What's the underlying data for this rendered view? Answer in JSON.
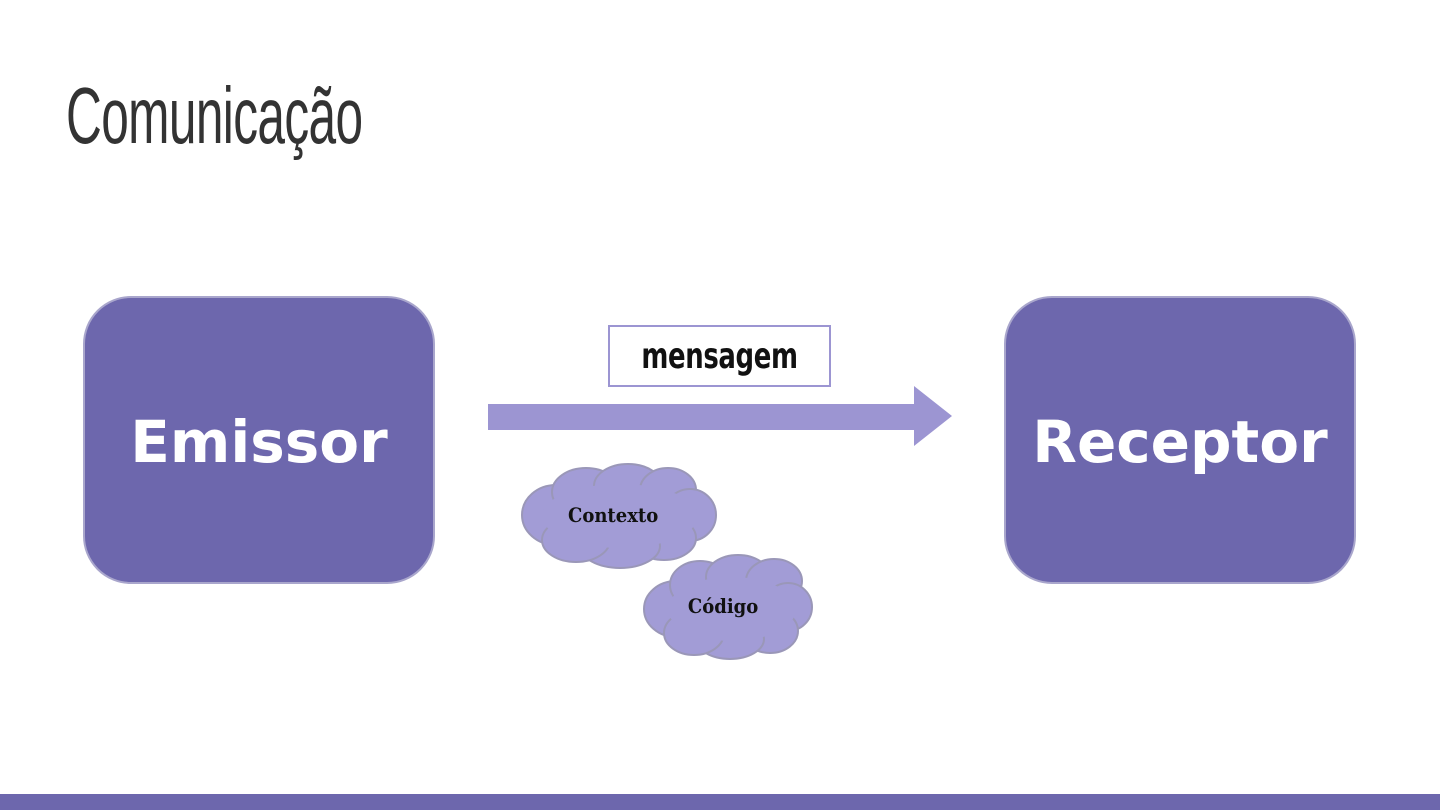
{
  "slide": {
    "title": "Comunicação"
  },
  "diagram": {
    "sender": "Emissor",
    "receiver": "Receptor",
    "message": "mensagem",
    "clouds": [
      "Contexto",
      "Código"
    ]
  },
  "colors": {
    "box_fill": "#6d67ad",
    "arrow_fill": "#9c95d2",
    "cloud_fill": "#a29cd6",
    "footer_bar": "#6d67ad",
    "title_text": "#333333"
  }
}
